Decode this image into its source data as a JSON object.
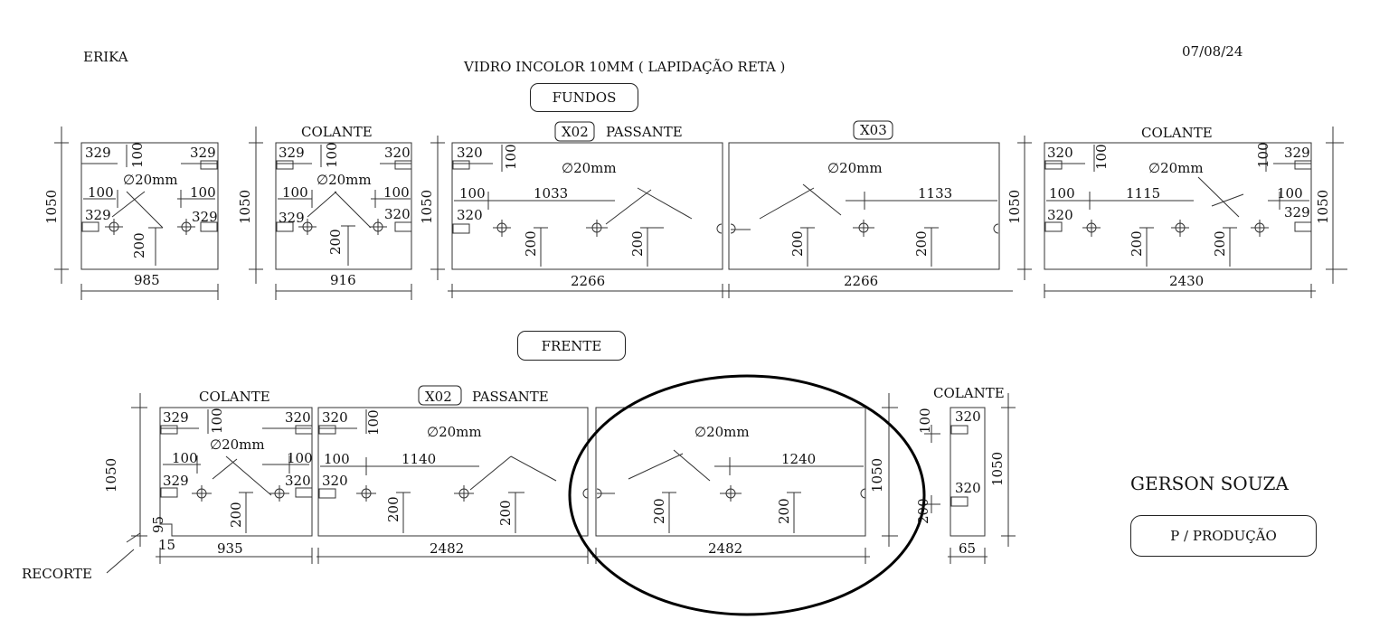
{
  "header": {
    "client": "ERIKA",
    "material": "VIDRO INCOLOR 10MM ( LAPIDAÇÃO RETA )",
    "date": "07/08/24"
  },
  "sections": {
    "fundos": "FUNDOS",
    "frente": "FRENTE"
  },
  "footer": {
    "author": "GERSON SOUZA",
    "status": "P / PRODUÇÃO",
    "cutout": "RECORTE"
  },
  "fundos": {
    "panel1": {
      "width": "985",
      "height": "1050",
      "d_top_l": "329",
      "d_top_m": "100",
      "d_top_r": "329",
      "d_side_l": "100",
      "d_side_r": "100",
      "d_bot_l": "329",
      "d_bot_r": "329",
      "hole": "∅20mm",
      "d_hole": "200"
    },
    "panel2": {
      "label": "COLANTE",
      "width": "916",
      "height": "1050",
      "d_top_l": "329",
      "d_top_m": "100",
      "d_top_r": "320",
      "d_side_l": "100",
      "d_side_r": "100",
      "d_bot_l": "329",
      "d_bot_r": "320",
      "hole": "∅20mm",
      "d_hole": "200"
    },
    "panel3": {
      "qty": "X02",
      "label": "PASSANTE",
      "width": "2266",
      "height": "1050",
      "d_tl": "320",
      "d_tm": "100",
      "d_side": "100",
      "d_len": "1033",
      "d_bot": "320",
      "hole": "∅20mm",
      "d_h1": "200",
      "d_h2": "200"
    },
    "panel4": {
      "qty": "X03",
      "width": "2266",
      "height": "1050",
      "d_len": "1133",
      "hole": "∅20mm",
      "d_h1": "200",
      "d_h2": "200"
    },
    "panel5": {
      "label": "COLANTE",
      "width": "2430",
      "height": "1050",
      "d_tl": "320",
      "d_tm": "100",
      "d_tr_m": "100",
      "d_tr": "329",
      "d_side_l": "100",
      "d_len": "1115",
      "d_side_r": "100",
      "d_bot_l": "320",
      "d_bot_r": "329",
      "hole": "∅20mm",
      "d_h1": "200",
      "d_h2": "200"
    }
  },
  "frente": {
    "panel1": {
      "label": "COLANTE",
      "width": "935",
      "height": "1050",
      "d_top_l": "329",
      "d_top_m": "100",
      "d_top_r": "320",
      "d_side_l": "100",
      "d_side_r": "100",
      "d_bot_l": "329",
      "d_bot_r": "320",
      "hole": "∅20mm",
      "d_hole": "200",
      "cut_h": "95",
      "cut_w": "15"
    },
    "panel2": {
      "qty": "X02",
      "label": "PASSANTE",
      "width": "2482",
      "d_tl": "320",
      "d_tm": "100",
      "d_side": "100",
      "d_len": "1140",
      "d_bot": "320",
      "hole": "∅20mm",
      "d_h1": "200",
      "d_h2": "200"
    },
    "panel3": {
      "width": "2482",
      "height": "1050",
      "d_len": "1240",
      "hole": "∅20mm",
      "d_h1": "200",
      "d_h2": "200",
      "d_ext": "200"
    },
    "panel4": {
      "label": "COLANTE",
      "width": "65",
      "height": "1050",
      "d_top": "100",
      "d_t": "320",
      "d_b": "320"
    }
  }
}
